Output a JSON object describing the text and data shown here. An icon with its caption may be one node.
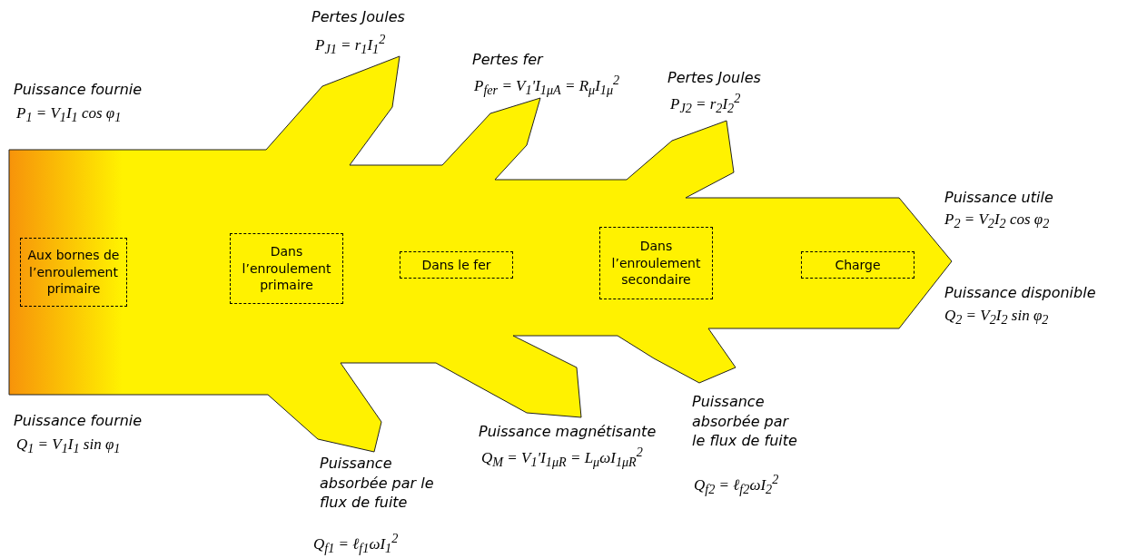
{
  "diagram": {
    "nodes": [
      {
        "text": [
          "Aux bornes de l’enroulement primaire"
        ]
      },
      {
        "text": [
          "Dans l’enroulement primaire"
        ]
      },
      {
        "text": [
          "Dans le fer"
        ]
      },
      {
        "text": [
          "Dans l’enroulement secondaire"
        ]
      },
      {
        "text": [
          "Charge"
        ]
      }
    ],
    "labels": [
      "Pertes Joules",
      "P$_{J1}$ = r$_{1}$I$_{1}$$^{2}$",
      "Pertes fer",
      "P$_{fer}$ = V$_{1}$'I$_{1μA}$ = R$_{μ}$I$_{1μ}$$^{2}$",
      "Puissance fournie",
      "P$_{1}$ = V$_{1}$I$_{1}$ cos φ$_{1}$",
      "Pertes Joules",
      "P$_{J2}$ = r$_{2}$I$_{2}$$^{2}$",
      "Puissance utile",
      "P$_{2}$ = V$_{2}$I$_{2}$ cos φ$_{2}$",
      "Puissance disponible",
      "Q$_{2}$ = V$_{2}$I$_{2}$ sin φ$_{2}$",
      "Puissance fournie",
      "Q$_{1}$ = V$_{1}$I$_{1}$ sin φ$_{1}$",
      "Puissance magnétisante",
      "Q$_{M}$ = V$_{1}$'I$_{1μR}$ = L$_{μ}$ωI$_{1μR}$$^{2}$",
      "Puissance absorbée par le flux de fuite",
      "Q$_{f2}$ = ℓ$_{f2}$ωI$_{2}$$^{2}$",
      "Puissance absorbée par le flux de fuite",
      "Q$_{f1}$ = ℓ$_{f1}$ωI$_{1}$$^{2}$"
    ]
  }
}
